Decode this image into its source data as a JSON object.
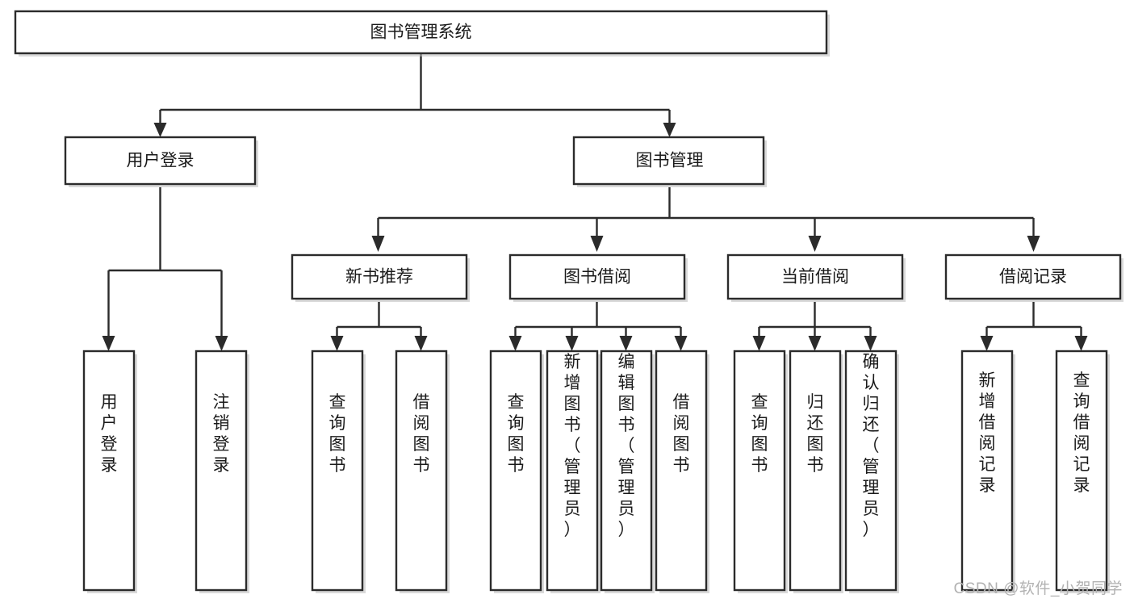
{
  "diagram": {
    "type": "tree",
    "title": "图书管理系统",
    "orientation": "top-down",
    "colors": {
      "box_fill": "#ffffff",
      "box_stroke": "#2b2b2b",
      "text": "#1a1a1a",
      "shadow": "#b9b9b9",
      "watermark": "#b2b2b2",
      "background": "#ffffff"
    },
    "root": {
      "label": "图书管理系统"
    },
    "level2": [
      {
        "label": "用户登录"
      },
      {
        "label": "图书管理"
      }
    ],
    "level3": [
      {
        "label": "新书推荐"
      },
      {
        "label": "图书借阅"
      },
      {
        "label": "当前借阅"
      },
      {
        "label": "借阅记录"
      }
    ],
    "leaves": {
      "user_login": [
        {
          "label": "用户登录"
        },
        {
          "label": "注销登录"
        }
      ],
      "new_book": [
        {
          "label": "查询图书"
        },
        {
          "label": "借阅图书"
        }
      ],
      "book_borrow": [
        {
          "label": "查询图书"
        },
        {
          "label": "新增图书（管理员）"
        },
        {
          "label": "编辑图书（管理员）"
        },
        {
          "label": "借阅图书"
        }
      ],
      "current_borrow": [
        {
          "label": "查询图书"
        },
        {
          "label": "归还图书"
        },
        {
          "label": "确认归还（管理员）"
        }
      ],
      "borrow_record": [
        {
          "label": "新增借阅记录"
        },
        {
          "label": "查询借阅记录"
        }
      ]
    }
  },
  "watermark": {
    "text": "CSDN @软件_小贺同学"
  }
}
